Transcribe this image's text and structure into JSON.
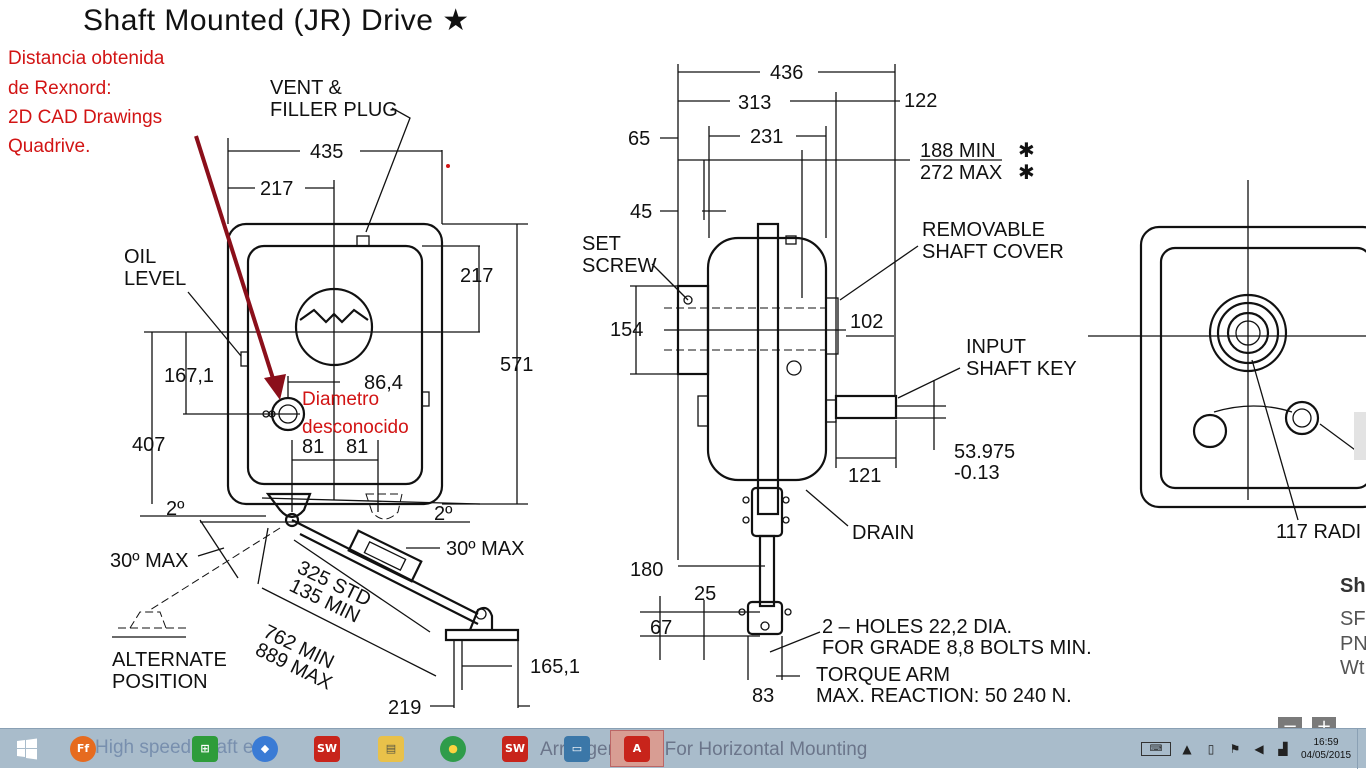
{
  "title": "Shaft Mounted (JR) Drive ★",
  "annotation": {
    "line1": "Distancia obtenida",
    "line2": "de Rexnord:",
    "line3": "2D CAD Drawings",
    "line4": "Quadrive.",
    "diameter_line1": "Diametro",
    "diameter_line2": "desconocido",
    "color": "#d21414",
    "arrow_color": "#8b0f1a"
  },
  "front_view": {
    "vent_line1": "VENT &",
    "vent_line2": "FILLER PLUG",
    "oil_line1": "OIL",
    "oil_line2": "LEVEL",
    "dim_435": "435",
    "dim_217a": "217",
    "dim_217b": "217",
    "dim_571": "571",
    "dim_167": "167,1",
    "dim_86": "86,4",
    "dim_407": "407",
    "dim_81a": "81",
    "dim_81b": "81",
    "deg_2a": "2º",
    "deg_2b": "2º",
    "max_30a": "30º MAX",
    "max_30b": "30º MAX",
    "std_325": "325 STD",
    "min_135": "135 MIN",
    "min_762": "762 MIN",
    "max_889": "889 MAX",
    "alt_line1": "ALTERNATE",
    "alt_line2": "POSITION",
    "dim_165": "165,1",
    "dim_219": "219"
  },
  "side_view": {
    "dim_436": "436",
    "dim_313": "313",
    "dim_122": "122",
    "dim_65": "65",
    "dim_231": "231",
    "min_188": "188 MIN",
    "max_272": "272 MAX",
    "star1": "✱",
    "star2": "✱",
    "dim_45": "45",
    "set_line1": "SET",
    "set_line2": "SCREW",
    "cover_line1": "REMOVABLE",
    "cover_line2": "SHAFT COVER",
    "dim_154": "154",
    "dim_102": "102",
    "key_line1": "INPUT",
    "key_line2": "SHAFT KEY",
    "dim_53": "53.975",
    "dim_013": "-0.13",
    "dim_121": "121",
    "drain": "DRAIN",
    "dim_180": "180",
    "dim_25": "25",
    "dim_67": "67",
    "holes_line1": "2 – HOLES 22,2 DIA.",
    "holes_line2": "FOR GRADE 8,8 BOLTS MIN.",
    "torque_line1": "TORQUE ARM",
    "torque_line2": "MAX. REACTION: 50 240 N.",
    "dim_83": "83"
  },
  "right_view": {
    "radius": "117 RADI",
    "sh": "Sh",
    "sf": "SF",
    "pn": "PN",
    "wt": "Wt"
  },
  "zoom": {
    "minus": "−",
    "plus": "+"
  },
  "taskbar": {
    "start_icon": "windows-start-icon",
    "items": [
      {
        "name": "firefox-icon",
        "label": "Ff"
      },
      {
        "name": "store-icon",
        "label": "⊞"
      },
      {
        "name": "media-icon",
        "label": "◆"
      },
      {
        "name": "solidworks-icon-1",
        "label": "SW"
      },
      {
        "name": "file-explorer-icon",
        "label": "▤"
      },
      {
        "name": "chrome-icon",
        "label": "●"
      },
      {
        "name": "solidworks-icon-2",
        "label": "SW"
      },
      {
        "name": "photos-icon",
        "label": "▭"
      },
      {
        "name": "acrobat-icon",
        "label": "A"
      }
    ],
    "clock_time": "16:59",
    "clock_date": "04/05/2015",
    "faded_text": "High speed shaft e",
    "faded_text2": "Arrangements For Horizontal Mounting"
  }
}
